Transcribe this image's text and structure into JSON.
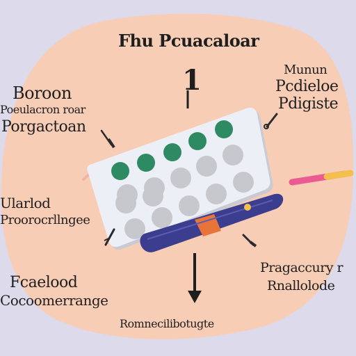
{
  "colors": {
    "background": "#dcdaeb",
    "blob": "#f8cdb6",
    "blister": "#eceff6",
    "active_pill": "#2e8a62",
    "inactive_pill": "#c7c8ce",
    "device_body": "#3b3e8e",
    "device_band": "#e8743a",
    "applicator_pink": "#ec5a92",
    "applicator_yellow": "#f2c04b"
  },
  "labels": {
    "title": "Fhu Pcuacaloar",
    "center_number": "1",
    "top_left_line1": "Boroon",
    "top_left_line2": "Poeulacron roar",
    "top_left_line3": "Porgactoan",
    "top_right_line1": "Munun",
    "top_right_line2": "Pcdieloe",
    "top_right_line3": "Pdigiste",
    "mid_left_line1": "Ularlod",
    "mid_left_line2": "Proorocrllngee",
    "mid_right_line1": "Pragaccury r",
    "mid_right_line2": "Rnallolode",
    "bottom_left_line1": "Fcaelood",
    "bottom_left_line2": "Cocoomerrange",
    "bottom": "Romnecilibotugte"
  },
  "icons": [
    "pen-icon",
    "pen-icon",
    "pen-icon",
    "pen-icon",
    "arrow-down-icon",
    "pill-pack-icon",
    "device-icon"
  ]
}
